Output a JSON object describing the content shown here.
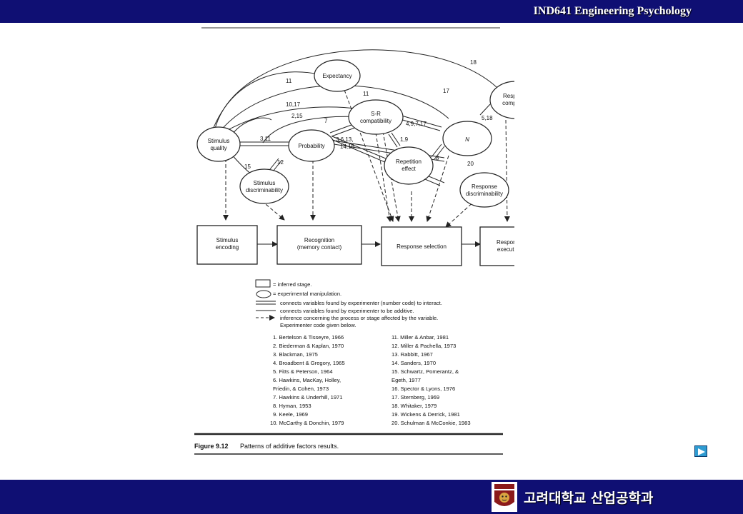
{
  "header": {
    "course_title": "IND641 Engineering Psychology"
  },
  "footer": {
    "department": "고려대학교 산업공학과",
    "logo_icon": "korea-university-tiger-crest"
  },
  "navigation": {
    "next_icon": "play-triangle-icon"
  },
  "diagram": {
    "nodes": {
      "expectancy": "Expectancy",
      "sr_line1": "S-R",
      "sr_line2": "compatibility",
      "response_complexity_line1": "Response",
      "response_complexity_line2": "complexity",
      "stimulus_quality_line1": "Stimulus",
      "stimulus_quality_line2": "quality",
      "probability": "Probability",
      "n": "N",
      "repetition_line1": "Repetition",
      "repetition_line2": "effect",
      "stim_disc_line1": "Stimulus",
      "stim_disc_line2": "discriminability",
      "resp_disc_line1": "Response",
      "resp_disc_line2": "discriminability"
    },
    "stages": {
      "encoding_line1": "Stimulus",
      "encoding_line2": "encoding",
      "recognition_line1": "Recognition",
      "recognition_line2": "(memory contact)",
      "selection": "Response selection",
      "execution_line1": "Response",
      "execution_line2": "execution"
    },
    "edge_labels": {
      "l18": "18",
      "l11a": "11",
      "l17a": "17",
      "l11b": "11",
      "l1017": "10,17",
      "l215": "2,15",
      "l7": "7",
      "l4917": "4,9,7,17",
      "l518": "5,18",
      "l311": "3,11",
      "l19": "1,9",
      "l36": "3,6,13,",
      "l1416": "14,16",
      "l12": "12",
      "l15": "15",
      "l8": "8",
      "l20": "20"
    },
    "legend": [
      "= inferred stage.",
      "= experimental manipulation.",
      "connects variables found by experimenter (number code) to interact.",
      "connects variables found by experimenter to be additive.",
      "inference concerning the process or stage affected by the variable.",
      "Experimenter code given below."
    ],
    "references_left": [
      "1.   Bertelson & Tisseyre, 1966",
      "2.   Biederman & Kaplan, 1970",
      "3.   Blackman, 1975",
      "4.   Broadbent & Gregory, 1965",
      "5.   Fitts & Peterson, 1964",
      "6.   Hawkins, MacKay, Holley,",
      "       Friedin, & Cohen, 1973",
      "7.   Hawkins & Underhill, 1971",
      "8.   Hyman, 1953",
      "9.   Keele, 1969",
      "10.  McCarthy & Donchin, 1979"
    ],
    "references_right": [
      "11.  Miller & Anbar, 1981",
      "12.  Miller & Pachella, 1973",
      "13.  Rabbitt, 1967",
      "14.  Sanders, 1970",
      "15.  Schwartz, Pomerantz, &",
      "       Egeth, 1977",
      "16.  Spector & Lyons, 1976",
      "17.  Sternberg, 1969",
      "18.  Whitaker, 1979",
      "19.  Wickens & Derrick, 1981",
      "20.  Schulman & McConkie, 1983"
    ],
    "caption_label": "Figure 9.12",
    "caption_text": "Patterns of additive factors results."
  }
}
